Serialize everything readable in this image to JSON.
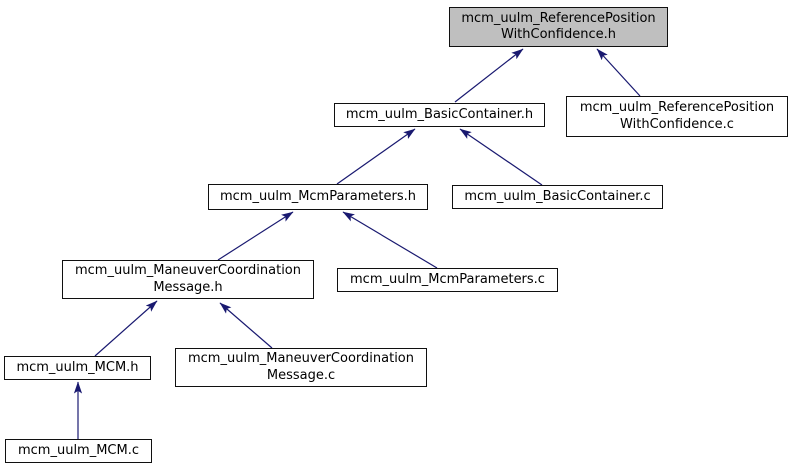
{
  "graph": {
    "type": "include-dependency-graph",
    "colors": {
      "arrow": "#191970",
      "node_border": "#101010",
      "node_fill": "#ffffff",
      "highlight_fill": "#bfbfbf",
      "text": "#000000",
      "background": "#ffffff"
    },
    "nodes": [
      {
        "id": "mcm_uulm_ReferencePositionWithConfidence.h",
        "label": "mcm_uulm_ReferencePosition\nWithConfidence.h",
        "highlighted": true
      },
      {
        "id": "mcm_uulm_BasicContainer.h",
        "label": "mcm_uulm_BasicContainer.h",
        "highlighted": false
      },
      {
        "id": "mcm_uulm_ReferencePositionWithConfidence.c",
        "label": "mcm_uulm_ReferencePosition\nWithConfidence.c",
        "highlighted": false
      },
      {
        "id": "mcm_uulm_McmParameters.h",
        "label": "mcm_uulm_McmParameters.h",
        "highlighted": false
      },
      {
        "id": "mcm_uulm_BasicContainer.c",
        "label": "mcm_uulm_BasicContainer.c",
        "highlighted": false
      },
      {
        "id": "mcm_uulm_ManeuverCoordinationMessage.h",
        "label": "mcm_uulm_ManeuverCoordination\nMessage.h",
        "highlighted": false
      },
      {
        "id": "mcm_uulm_McmParameters.c",
        "label": "mcm_uulm_McmParameters.c",
        "highlighted": false
      },
      {
        "id": "mcm_uulm_MCM.h",
        "label": "mcm_uulm_MCM.h",
        "highlighted": false
      },
      {
        "id": "mcm_uulm_ManeuverCoordinationMessage.c",
        "label": "mcm_uulm_ManeuverCoordination\nMessage.c",
        "highlighted": false
      },
      {
        "id": "mcm_uulm_MCM.c",
        "label": "mcm_uulm_MCM.c",
        "highlighted": false
      }
    ],
    "edges": [
      {
        "from": "mcm_uulm_BasicContainer.h",
        "to": "mcm_uulm_ReferencePositionWithConfidence.h"
      },
      {
        "from": "mcm_uulm_ReferencePositionWithConfidence.c",
        "to": "mcm_uulm_ReferencePositionWithConfidence.h"
      },
      {
        "from": "mcm_uulm_McmParameters.h",
        "to": "mcm_uulm_BasicContainer.h"
      },
      {
        "from": "mcm_uulm_BasicContainer.c",
        "to": "mcm_uulm_BasicContainer.h"
      },
      {
        "from": "mcm_uulm_ManeuverCoordinationMessage.h",
        "to": "mcm_uulm_McmParameters.h"
      },
      {
        "from": "mcm_uulm_McmParameters.c",
        "to": "mcm_uulm_McmParameters.h"
      },
      {
        "from": "mcm_uulm_MCM.h",
        "to": "mcm_uulm_ManeuverCoordinationMessage.h"
      },
      {
        "from": "mcm_uulm_ManeuverCoordinationMessage.c",
        "to": "mcm_uulm_ManeuverCoordinationMessage.h"
      },
      {
        "from": "mcm_uulm_MCM.c",
        "to": "mcm_uulm_MCM.h"
      }
    ]
  }
}
